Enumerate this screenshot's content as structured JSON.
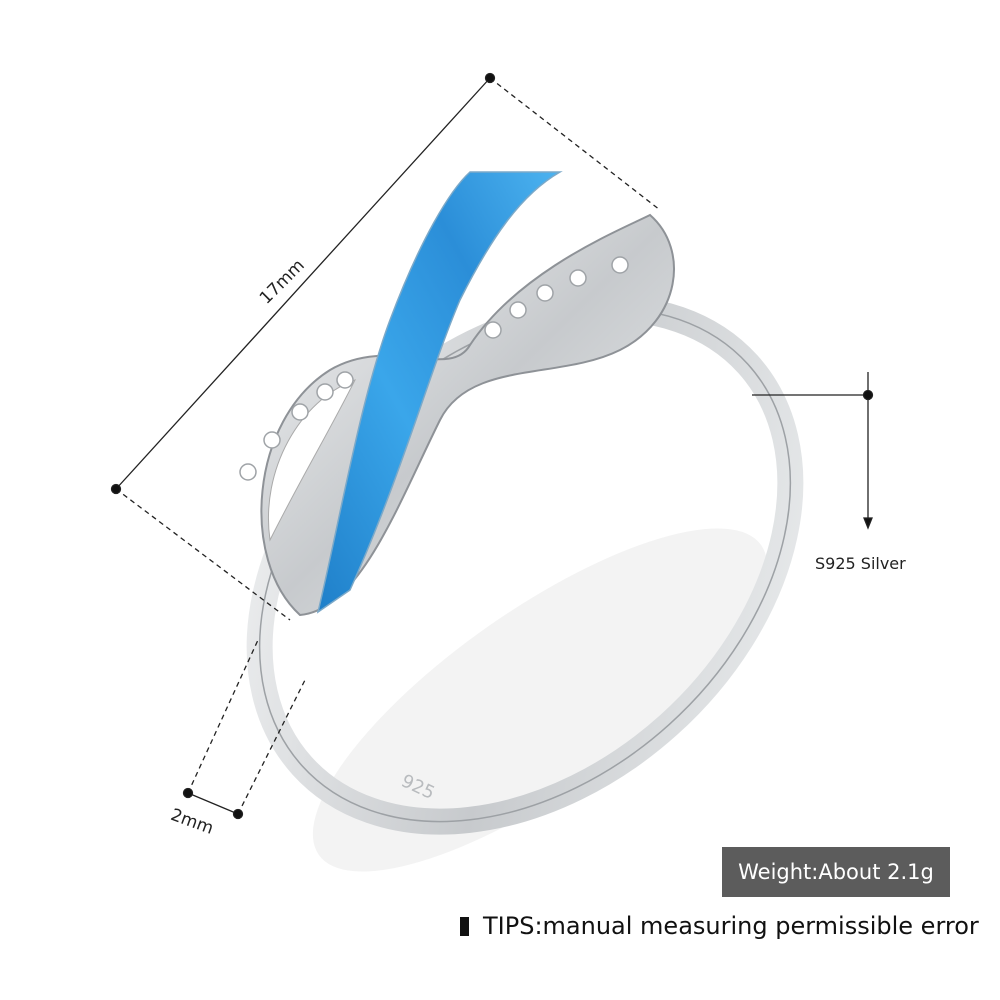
{
  "product": {
    "type": "infinity ring",
    "engraving": "925",
    "colors": {
      "silver": "#d9dbde",
      "opal": "#2f9be0",
      "label_box": "#5c5c5c"
    }
  },
  "dimensions": {
    "length_label": "17mm",
    "band_width_label": "2mm"
  },
  "material_label": "S925 Silver",
  "weight_label": "Weight:About 2.1g",
  "tips_label": "TIPS:manual measuring permissible error"
}
